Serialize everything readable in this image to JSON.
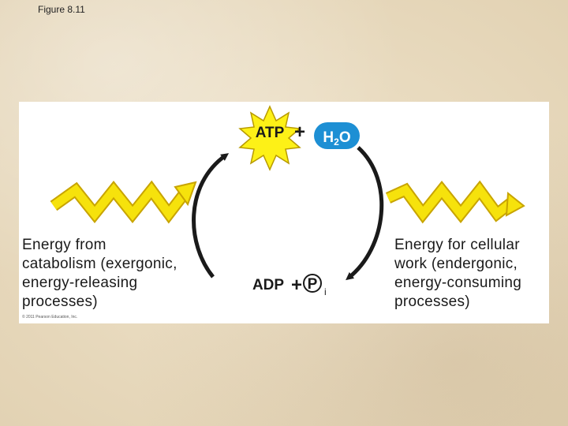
{
  "figure_label": "Figure 8.11",
  "atp": "ATP",
  "plus": "+",
  "water": {
    "main": "H",
    "sub": "2",
    "tail": "O"
  },
  "adp": "ADP",
  "phosphate": {
    "main": "P",
    "sub": "i"
  },
  "left_text": [
    "Energy from",
    "catabolism (exergonic,",
    "energy-releasing",
    "processes)"
  ],
  "right_text": [
    "Energy for cellular",
    "work (endergonic,",
    "energy-consuming",
    "processes)"
  ],
  "copyright": "© 2011 Pearson Education, Inc.",
  "colors": {
    "energy_zigzag": "#f6e20c",
    "zigzag_outline": "#c8a400",
    "atp_burst": "#fdf117",
    "water_blue": "#1d8fd4",
    "arrow": "#1a1a1a",
    "panel": "#ffffff"
  }
}
